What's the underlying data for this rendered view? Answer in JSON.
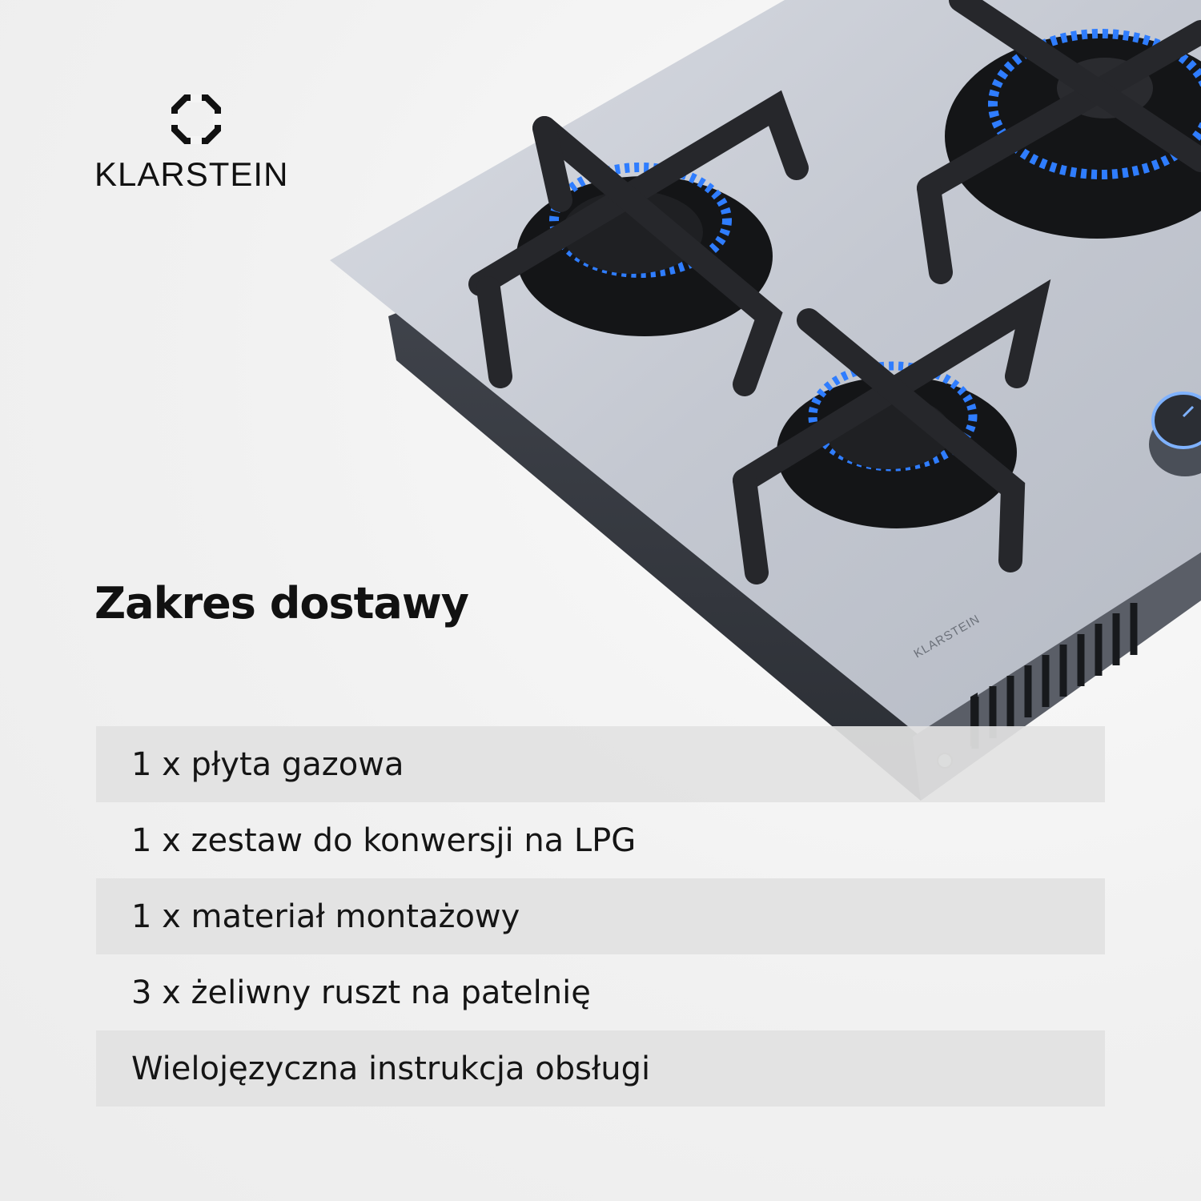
{
  "brand": {
    "name": "KLARSTEIN",
    "logo_icon": "octagon-brand-icon",
    "engraving": "KLARSTEIN"
  },
  "heading": "Zakres dostawy",
  "items": [
    {
      "text": "1 x płyta gazowa",
      "shaded": true
    },
    {
      "text": "1 x zestaw do konwersji na LPG",
      "shaded": false
    },
    {
      "text": "1 x materiał montażowy",
      "shaded": true
    },
    {
      "text": "3 x żeliwny ruszt na patelnię",
      "shaded": false
    },
    {
      "text": "Wielojęzyczna instrukcja obsługi",
      "shaded": true
    }
  ],
  "colors": {
    "flame": "#2f7dff",
    "text": "#111111",
    "row_shade": "#e2e2e2",
    "hob_glass": "#c9cdd6"
  }
}
